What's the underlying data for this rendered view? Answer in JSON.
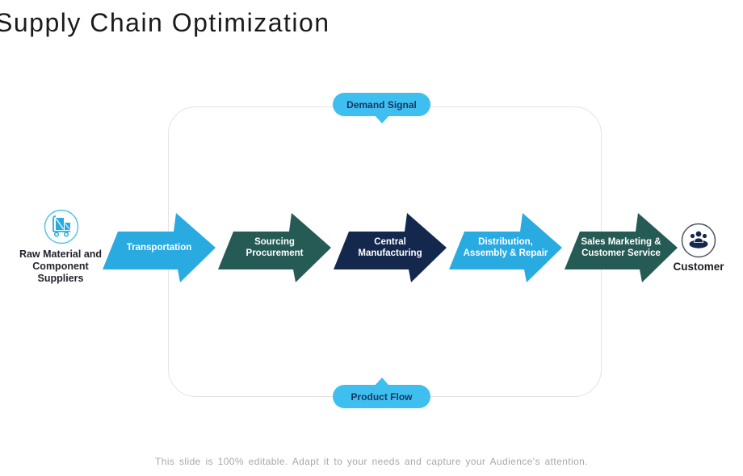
{
  "slide": {
    "title": "Supply Chain Optimization",
    "footer": "This slide is 100% editable. Adapt it to your needs and capture your Audience's attention."
  },
  "badges": {
    "top": "Demand Signal",
    "bottom": "Product Flow"
  },
  "endpoints": {
    "supplier": {
      "icon": "hand-truck-icon",
      "lines": [
        "Raw Material and",
        "Component",
        "Suppliers"
      ]
    },
    "customer": {
      "icon": "people-group-icon",
      "label": "Customer"
    }
  },
  "arrows": [
    {
      "line1": "Transportation",
      "line2": "",
      "color": "#29ABE2"
    },
    {
      "line1": "Sourcing",
      "line2": "Procurement",
      "color": "#265B55"
    },
    {
      "line1": "Central",
      "line2": "Manufacturing",
      "color": "#14284E"
    },
    {
      "line1": "Distribution,",
      "line2": "Assembly & Repair",
      "color": "#29ABE2"
    },
    {
      "line1": "Sales Marketing &",
      "line2": "Customer Service",
      "color": "#265B55"
    }
  ],
  "colors": {
    "arrow_light_blue": "#29ABE2",
    "arrow_dark_teal": "#265B55",
    "arrow_navy": "#14284E",
    "badge_blue": "#3FBEF0",
    "badge_text": "#14375F",
    "frame_border": "#e3e3e3",
    "footer_gray": "#a8a8a8"
  }
}
